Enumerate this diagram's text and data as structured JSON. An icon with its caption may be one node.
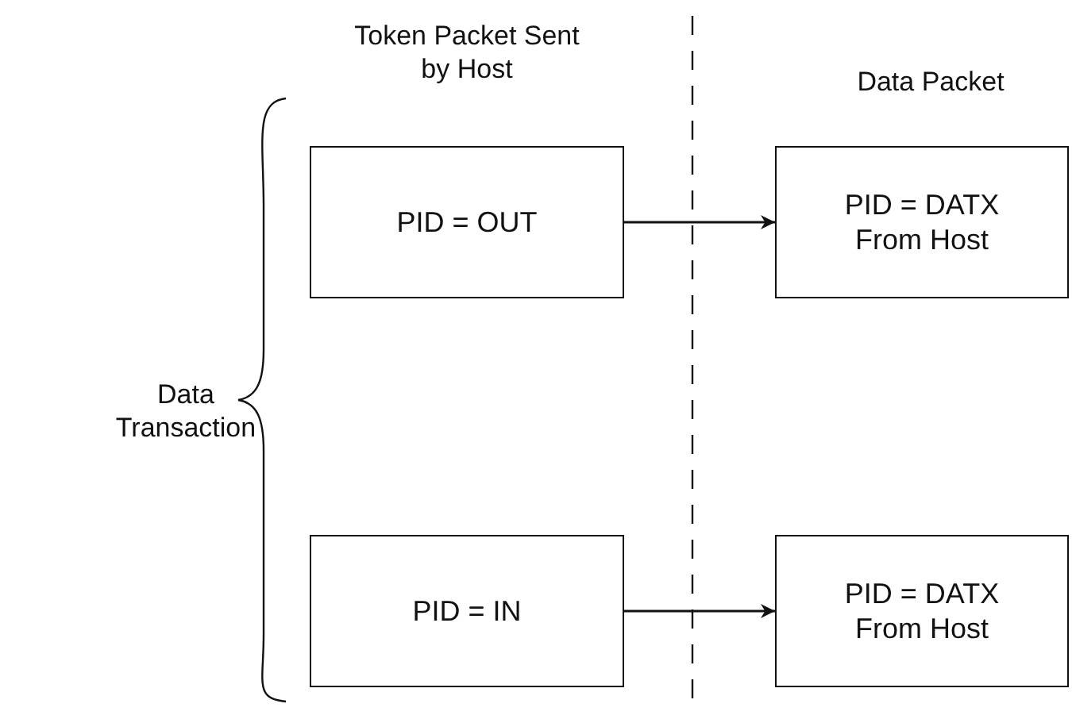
{
  "diagram": {
    "nodes": [
      {
        "text": [
          "PID = OUT"
        ]
      },
      {
        "text": [
          "PID = DATX From Host"
        ]
      },
      {
        "text": [
          "PID = IN"
        ]
      },
      {
        "text": [
          "PID = DATX From Host"
        ]
      }
    ],
    "edges": [
      {
        "from": 0,
        "to": 1,
        "arrow": "to"
      },
      {
        "from": 2,
        "to": 3,
        "arrow": "to"
      }
    ],
    "labels": [
      "Token Packet Sent by Host",
      "Data Packet",
      "Data Transaction"
    ]
  }
}
